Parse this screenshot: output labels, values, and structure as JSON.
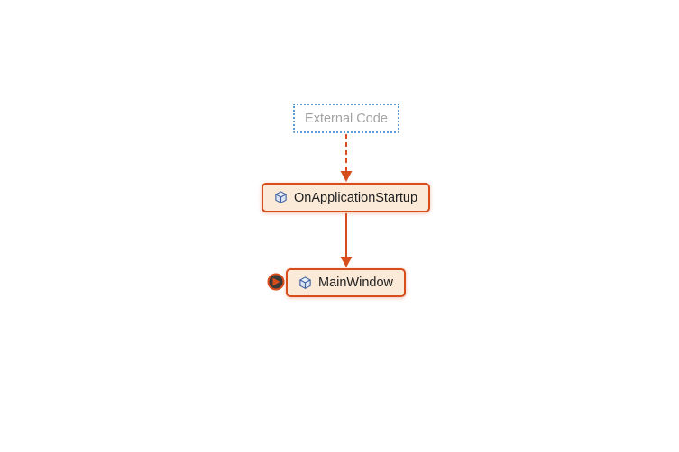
{
  "diagram": {
    "kind": "call-graph",
    "nodes": [
      {
        "id": "external-code",
        "label": "External Code",
        "type": "external-group"
      },
      {
        "id": "on-application-startup",
        "label": "OnApplicationStartup",
        "type": "method",
        "icon": "cube-icon"
      },
      {
        "id": "main-window",
        "label": "MainWindow",
        "type": "method",
        "icon": "cube-icon",
        "badge": "entry-point-icon"
      }
    ],
    "edges": [
      {
        "from": "External Code",
        "to": "OnApplicationStartup",
        "style": "dashed-arrow"
      },
      {
        "from": "OnApplicationStartup",
        "to": "MainWindow",
        "style": "solid-arrow"
      }
    ]
  },
  "theme": {
    "canvas-bg": "#ffffff",
    "connector": "#d84d1c",
    "node-border": "#d84d1c",
    "node-fill": "#fcead9",
    "node-text": "#1e1e1e",
    "external-border": "#5c9cd6",
    "external-text": "#a3a3a3",
    "icon-stroke": "#41609f",
    "icon-fill": "#dce6f5",
    "entry-disc": "#3a3a3a"
  }
}
